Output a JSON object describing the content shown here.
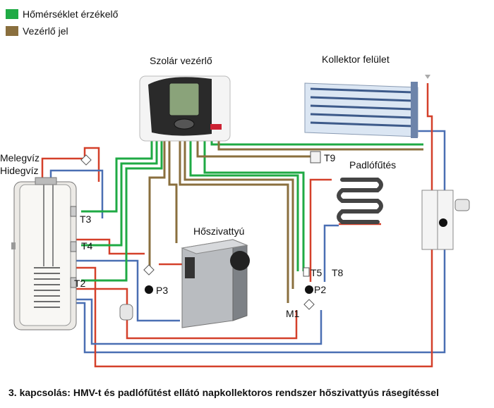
{
  "legend": {
    "items": [
      {
        "label": "Hőmérséklet érzékelő",
        "color": "#1faa44"
      },
      {
        "label": "Vezérlő jel",
        "color": "#8a6f3e"
      }
    ]
  },
  "components": {
    "solar_controller": "Szolár vezérlő",
    "collector": "Kollektor felület",
    "floor_heating": "Padlófűtés",
    "heat_pump": "Hőszivattyú",
    "hot_water": "Melegvíz",
    "cold_water": "Hidegvíz"
  },
  "sensors": {
    "t3": "T3",
    "t4": "T4",
    "t2": "T2",
    "t9": "T9",
    "t5": "T5",
    "t8": "T8"
  },
  "pumps": {
    "p3": "P3",
    "p2": "P2",
    "m1": "M1"
  },
  "colors": {
    "hot": "#d4402a",
    "cold": "#4a6fb3",
    "sensor": "#1faa44",
    "control": "#8a6f3e"
  },
  "caption": "3. kapcsolás: HMV-t és padlófűtést ellátó napkollektoros rendszer hőszivattyús rásegítéssel"
}
